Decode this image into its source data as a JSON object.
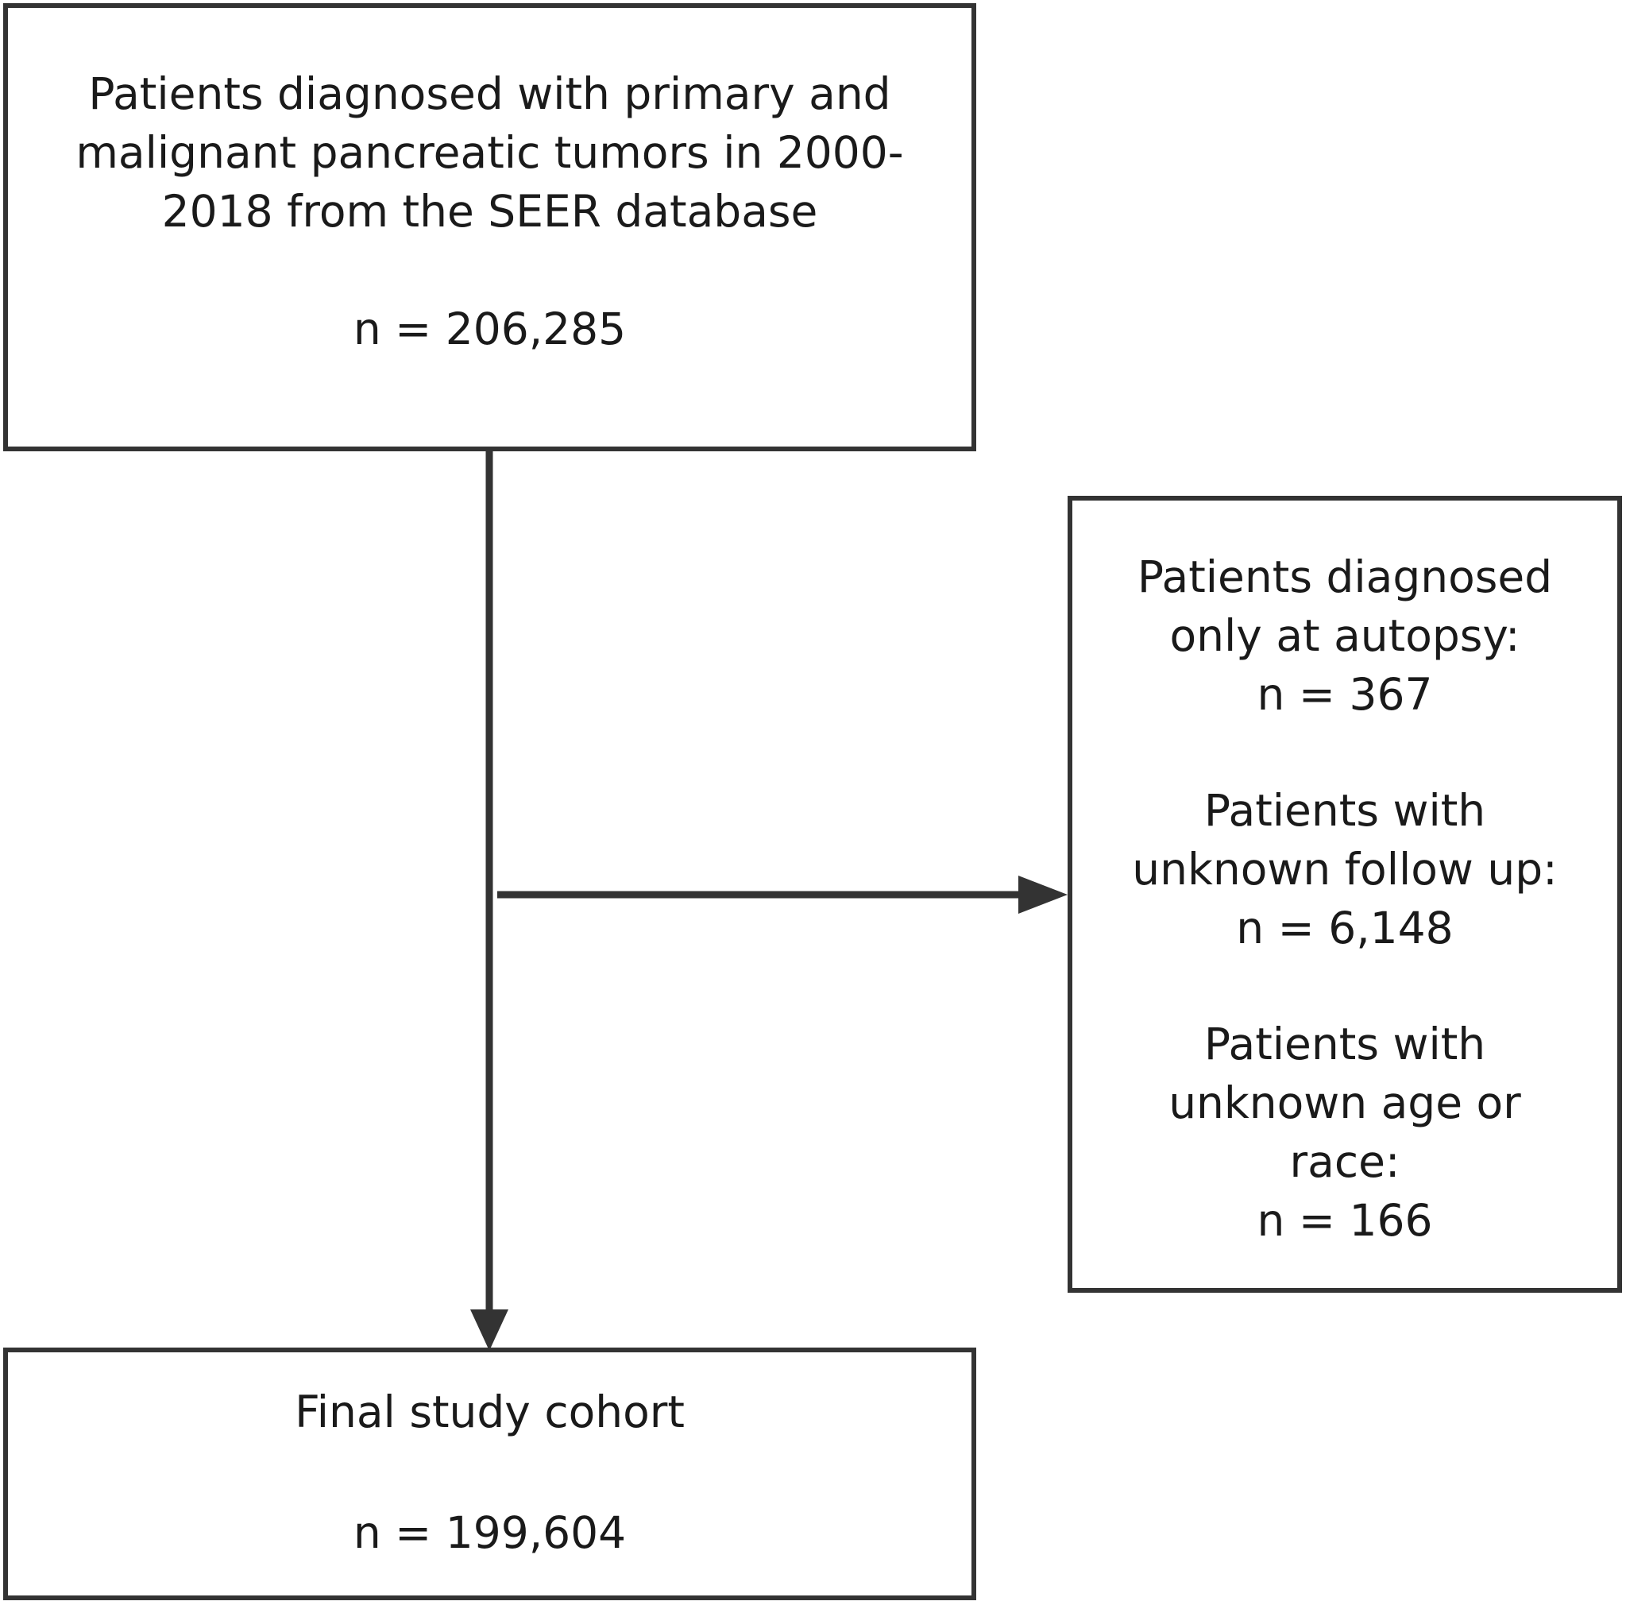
{
  "flowchart": {
    "initial_box": {
      "lines": [
        "Patients diagnosed with primary and",
        "malignant pancreatic tumors in 2000-",
        "2018 from the SEER database"
      ],
      "count": "n = 206,285"
    },
    "exclusion_box": {
      "groups": [
        {
          "lines": [
            "Patients diagnosed",
            "only at autopsy:"
          ],
          "count": "n = 367"
        },
        {
          "lines": [
            "Patients with",
            "unknown follow up:"
          ],
          "count": "n = 6,148"
        },
        {
          "lines": [
            "Patients with",
            "unknown age or",
            "race:"
          ],
          "count": "n = 166"
        }
      ]
    },
    "final_box": {
      "title": "Final study cohort",
      "count": "n = 199,604"
    },
    "colors": {
      "line": "#333333",
      "text": "#1a1a1a",
      "background": "#ffffff"
    }
  }
}
